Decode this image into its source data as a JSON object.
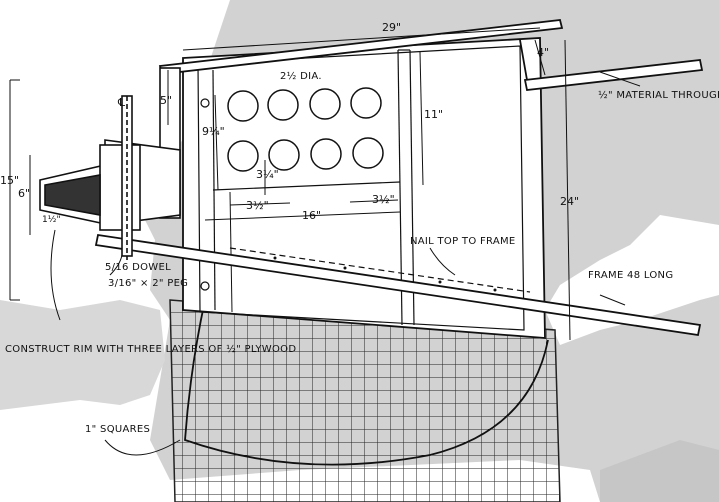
{
  "colors": {
    "paper": "#ffffff",
    "shadow": "#d2d2d2",
    "shadow_dark": "#b9b9b9",
    "ink": "#111111"
  },
  "dims": {
    "width_29": "29\"",
    "height_24": "24\"",
    "side_4": "4\"",
    "top_5": "5\"",
    "left_15": "15\"",
    "hub_6": "6\"",
    "hub_1_5": "1½\"",
    "hole_dia": "2½ DIA.",
    "board_9_25": "9¼\"",
    "height_11": "11\"",
    "spacing_3_5": "3½\"",
    "offset_3_25": "3¼\"",
    "width_16": "16\"",
    "right_3_5": "3½\""
  },
  "labels": {
    "centerline": "℄",
    "material": "½\" MATERIAL THROUGHOUT",
    "dowel": "5/16 DOWEL",
    "peg": "3/16\" × 2\" PEG",
    "nail_top": "NAIL TOP TO FRAME",
    "frame_long": "FRAME 48 LONG",
    "rim_note": "CONSTRUCT RIM WITH THREE LAYERS OF ½\" PLYWOOD",
    "squares": "1\" SQUARES"
  }
}
